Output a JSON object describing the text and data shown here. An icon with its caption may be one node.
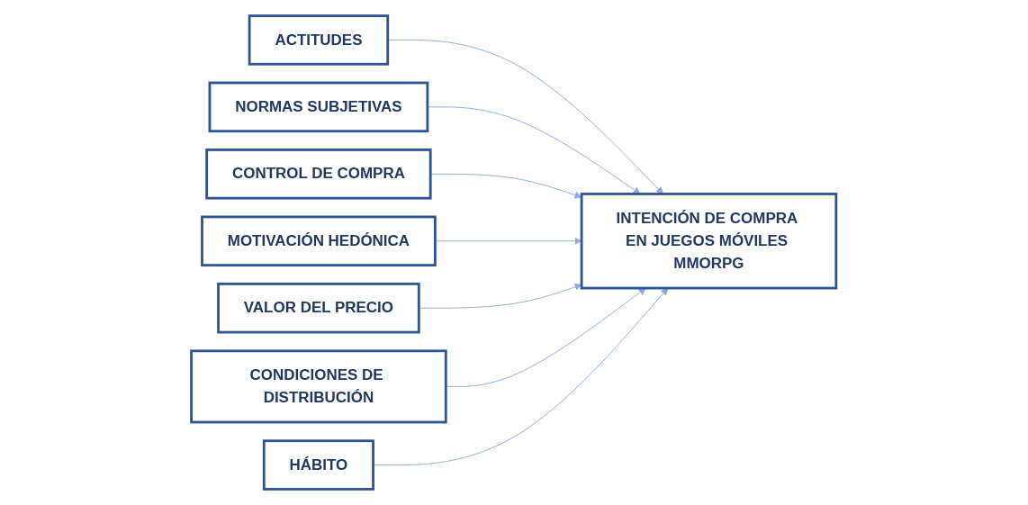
{
  "diagram": {
    "nodes": [
      {
        "text": [
          "ACTITUDES"
        ]
      },
      {
        "text": [
          "NORMAS SUBJETIVAS"
        ]
      },
      {
        "text": [
          "CONTROL DE COMPRA"
        ]
      },
      {
        "text": [
          "INTENCIÓN DE COMPRA EN JUEGOS MÓVILES MMORPG"
        ]
      },
      {
        "text": [
          "MOTIVACIÓN HEDÓNICA"
        ]
      },
      {
        "text": [
          "VALOR DEL PRECIO"
        ]
      },
      {
        "text": [
          "CONDICIONES DE DISTRIBUCIÓN"
        ]
      },
      {
        "text": [
          "HÁBITO"
        ]
      }
    ],
    "edges": [
      {
        "from": 0,
        "to": 3,
        "arrow": "to"
      },
      {
        "from": 1,
        "to": 3,
        "arrow": "to"
      },
      {
        "from": 2,
        "to": 3,
        "arrow": "to"
      },
      {
        "from": 4,
        "to": 3,
        "arrow": "to"
      },
      {
        "from": 5,
        "to": 3,
        "arrow": "to"
      },
      {
        "from": 6,
        "to": 3,
        "arrow": "to"
      },
      {
        "from": 7,
        "to": 3,
        "arrow": "to"
      }
    ]
  }
}
